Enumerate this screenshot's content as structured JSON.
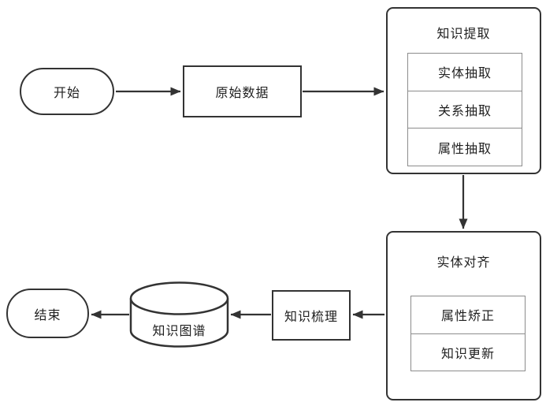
{
  "nodes": {
    "start": {
      "label": "开始"
    },
    "raw_data": {
      "label": "原始数据"
    },
    "knowledge_extraction": {
      "title": "知识提取",
      "items": [
        "实体抽取",
        "关系抽取",
        "属性抽取"
      ]
    },
    "entity_alignment": {
      "title": "实体对齐",
      "items": [
        "属性矫正",
        "知识更新"
      ]
    },
    "knowledge_sorting": {
      "label": "知识梳理"
    },
    "knowledge_graph": {
      "label": "知识图谱"
    },
    "end": {
      "label": "结束"
    }
  },
  "colors": {
    "stroke": "#333333",
    "inner_stroke": "#8c8c8c",
    "background": "#ffffff",
    "text": "#1f1f1f"
  }
}
